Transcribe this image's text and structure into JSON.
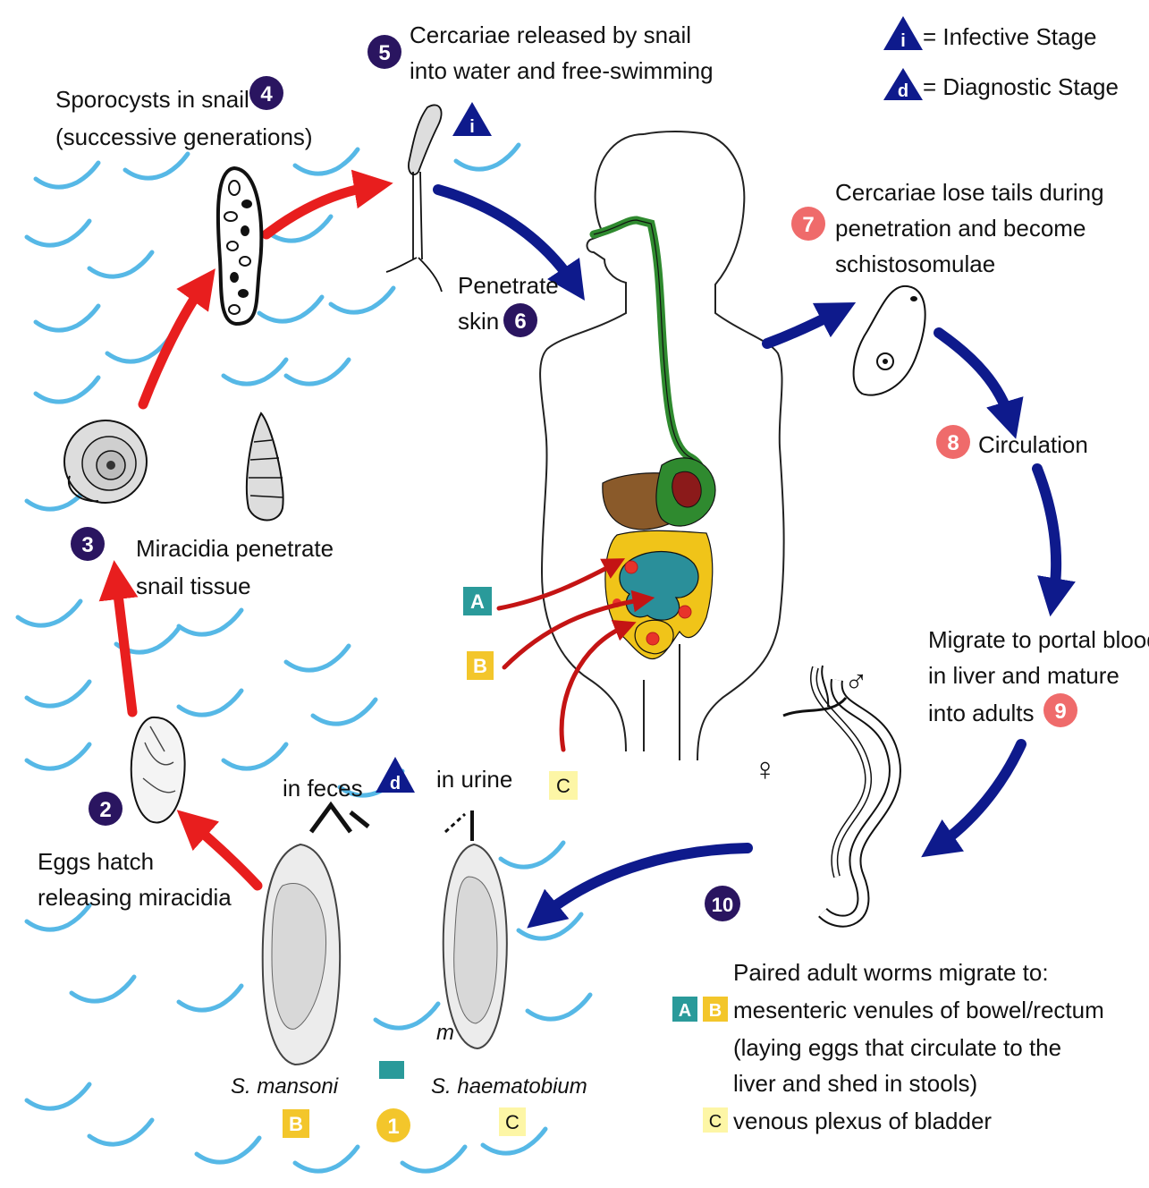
{
  "colors": {
    "water": "#56b8e6",
    "red_arrow": "#e81e1e",
    "blue_arrow": "#0e1a8c",
    "step_dark": "#2a1560",
    "step_pink": "#ef6b6b",
    "step_yellow": "#f3c62b",
    "badge_teal": "#2a9a9a",
    "badge_yellow": "#f3c62b",
    "badge_pale": "#fdf6a6",
    "intestine_green": "#2f8a2f",
    "colon_yellow": "#f0c419",
    "liver_brown": "#8a5a2a",
    "spleen_red": "#8b1a1a",
    "small_bowel_teal": "#2a8f9a"
  },
  "legend": {
    "infective_symbol": "i",
    "infective_label": "= Infective Stage",
    "diagnostic_symbol": "d",
    "diagnostic_label": "= Diagnostic Stage"
  },
  "steps": [
    {
      "num": "1",
      "icon": "step-badge-yellow"
    },
    {
      "num": "2",
      "line1": "Eggs hatch",
      "line2": "releasing miracidia"
    },
    {
      "num": "3",
      "line1": "Miracidia penetrate",
      "line2": "snail tissue"
    },
    {
      "num": "4",
      "line1": "Sporocysts in snail",
      "line2": "(successive generations)"
    },
    {
      "num": "5",
      "line1": "Cercariae released by snail",
      "line2": "into water and free-swimming"
    },
    {
      "num": "6",
      "line1": "Penetrate",
      "line2": "skin"
    },
    {
      "num": "7",
      "line1": "Cercariae lose tails during",
      "line2": "penetration and become",
      "line3": "schistosomulae"
    },
    {
      "num": "8",
      "line1": "Circulation"
    },
    {
      "num": "9",
      "line1": "Migrate to portal blood",
      "line2": "in liver and mature",
      "line3": "into adults"
    },
    {
      "num": "10",
      "line1": "Paired adult worms migrate to:",
      "lineA": "mesenteric venules of bowel/rectum",
      "lineB": "(laying eggs that circulate to the",
      "lineC": "liver and shed in stools)",
      "lineD": "venous plexus of bladder"
    }
  ],
  "eggs": {
    "feces_label": "in feces",
    "urine_label": "in urine",
    "diagnostic_symbol": "d",
    "mansoni": "S. mansoni",
    "haematobium": "S. haematobium",
    "partial_label": "m"
  },
  "badges": {
    "A": "A",
    "B": "B",
    "C": "C"
  },
  "sex": {
    "male": "♂",
    "female": "♀"
  }
}
